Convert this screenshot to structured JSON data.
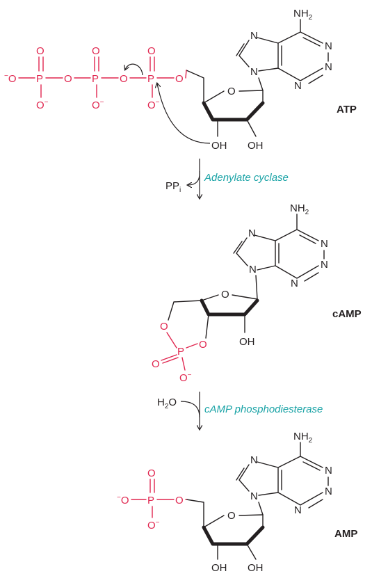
{
  "molecules": {
    "atp": {
      "name": "ATP",
      "amine": "NH",
      "amine_sub": "2",
      "ring_n": "N",
      "ring_o": "O",
      "oh_left": "OH",
      "oh_right": "OH",
      "phosphorus": "P",
      "oxygen": "O",
      "charge": "−"
    },
    "camp": {
      "name": "cAMP",
      "amine": "NH",
      "amine_sub": "2",
      "ring_n": "N",
      "ring_o": "O",
      "oh": "OH",
      "phosphorus": "P",
      "oxygen": "O",
      "charge": "−"
    },
    "amp": {
      "name": "AMP",
      "amine": "NH",
      "amine_sub": "2",
      "ring_n": "N",
      "ring_o": "O",
      "oh_left": "OH",
      "oh_right": "OH",
      "phosphorus": "P",
      "oxygen": "O",
      "charge": "−"
    }
  },
  "steps": [
    {
      "enzyme": "Adenylate cyclase",
      "byproduct": "PP",
      "byproduct_sub": "i"
    },
    {
      "enzyme": "cAMP phosphodiesterase",
      "reactant": "H",
      "reactant_sub": "2",
      "reactant_tail": "O"
    }
  ],
  "colors": {
    "phosphate": "#e0264f",
    "enzyme": "#1aa3a6",
    "structure": "#231f20"
  }
}
